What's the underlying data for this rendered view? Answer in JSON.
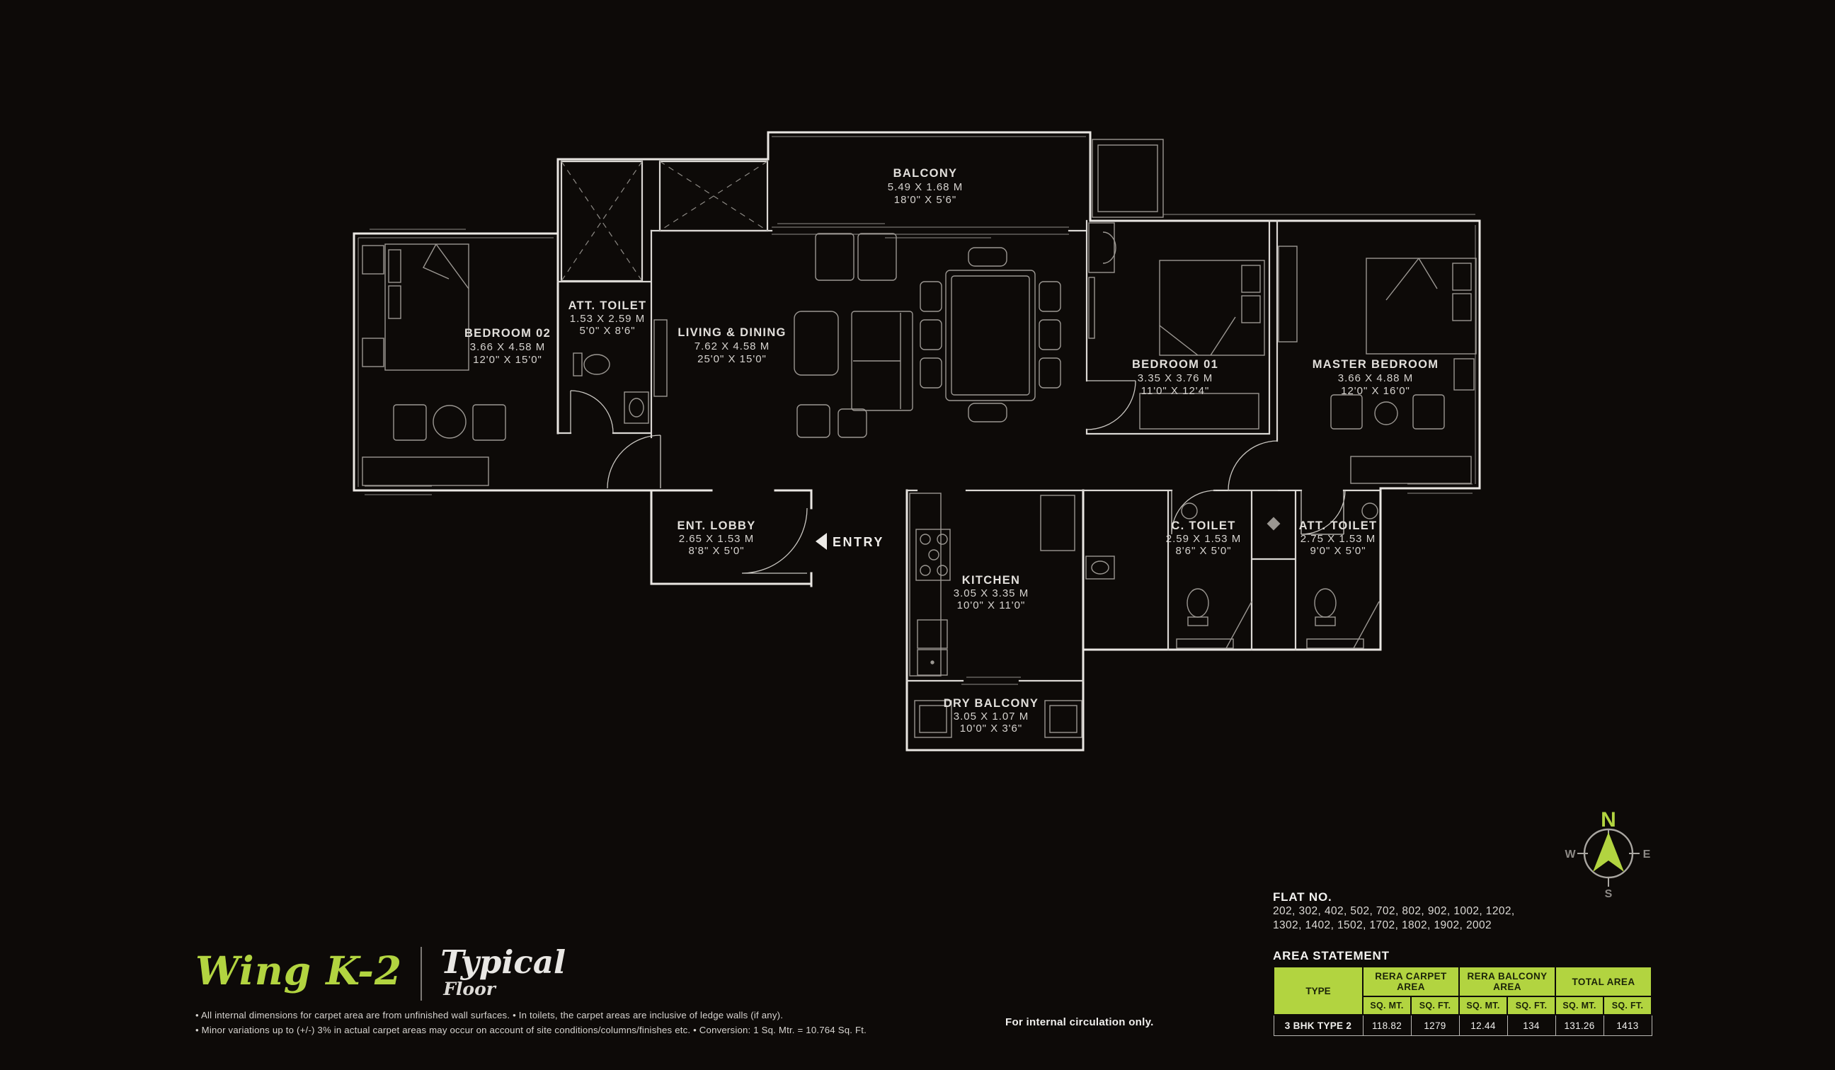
{
  "page": {
    "accent": "#b2d440",
    "background": "#0d0a08"
  },
  "plan": {
    "entry_label": "ENTRY",
    "rooms": [
      {
        "name": "BALCONY",
        "metric": "5.49 X 1.68 M",
        "imperial": "18'0\" X 5'6\""
      },
      {
        "name": "BEDROOM 02",
        "metric": "3.66 X 4.58 M",
        "imperial": "12'0\" X 15'0\""
      },
      {
        "name": "ATT. TOILET",
        "metric": "1.53 X 2.59 M",
        "imperial": "5'0\" X 8'6\""
      },
      {
        "name": "LIVING & DINING",
        "metric": "7.62 X 4.58 M",
        "imperial": "25'0\" X 15'0\""
      },
      {
        "name": "BEDROOM 01",
        "metric": "3.35 X 3.76 M",
        "imperial": "11'0\" X 12'4\""
      },
      {
        "name": "MASTER BEDROOM",
        "metric": "3.66 X 4.88 M",
        "imperial": "12'0\" X 16'0\""
      },
      {
        "name": "ENT. LOBBY",
        "metric": "2.65 X 1.53 M",
        "imperial": "8'8\" X 5'0\""
      },
      {
        "name": "KITCHEN",
        "metric": "3.05 X 3.35 M",
        "imperial": "10'0\" X 11'0\""
      },
      {
        "name": "C. TOILET",
        "metric": "2.59 X 1.53 M",
        "imperial": "8'6\" X 5'0\""
      },
      {
        "name": "ATT. TOILET",
        "metric": "2.75 X 1.53 M",
        "imperial": "9'0\" X 5'0\""
      },
      {
        "name": "DRY BALCONY",
        "metric": "3.05 X 1.07 M",
        "imperial": "10'0\" X 3'6\""
      }
    ]
  },
  "compass": {
    "n": "N",
    "e": "E",
    "s": "S",
    "w": "W"
  },
  "footer": {
    "wing_title": "Wing K-2",
    "floor_type": "Typical",
    "floor_word": "Floor",
    "note_line1": "• All internal dimensions for carpet area are from unfinished wall surfaces. • In toilets, the carpet areas are inclusive of ledge walls (if any).",
    "note_line2": "• Minor variations up to (+/-) 3% in actual carpet areas may occur on account of site conditions/columns/finishes etc. • Conversion: 1 Sq. Mtr. = 10.764 Sq. Ft.",
    "circulation_note": "For internal circulation only."
  },
  "flat_no": {
    "title": "FLAT NO.",
    "line1": "202, 302, 402, 502, 702, 802, 902, 1002, 1202,",
    "line2": "1302, 1402, 1502, 1702, 1802, 1902, 2002"
  },
  "area_statement": {
    "title": "AREA STATEMENT",
    "col_type": "TYPE",
    "group1": "RERA CARPET AREA",
    "group2": "RERA BALCONY AREA",
    "group3": "TOTAL AREA",
    "sub_sqmt": "SQ. MT.",
    "sub_sqft": "SQ. FT.",
    "row": {
      "type": "3 BHK TYPE 2",
      "values": [
        "118.82",
        "1279",
        "12.44",
        "134",
        "131.26",
        "1413"
      ]
    }
  }
}
